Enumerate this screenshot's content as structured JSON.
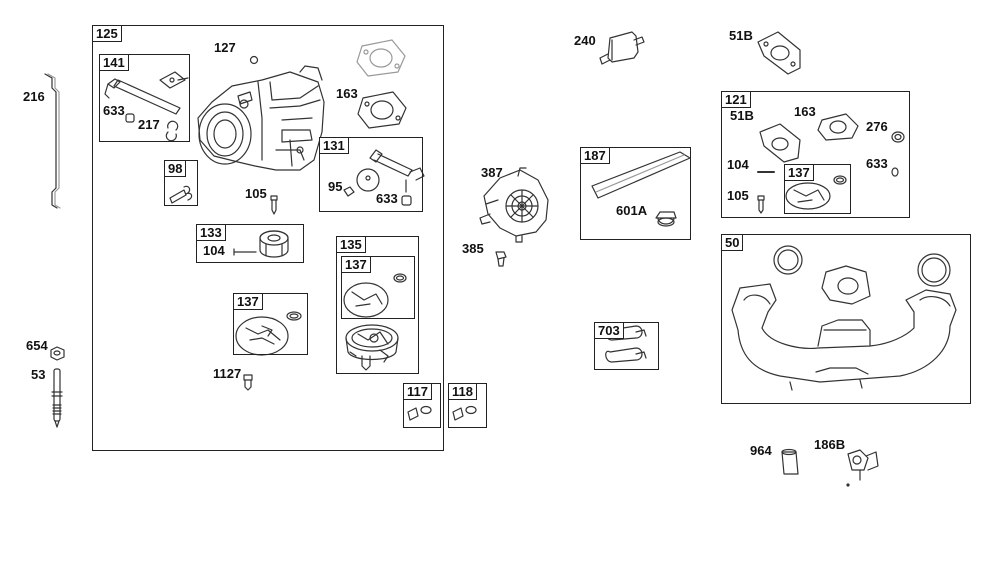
{
  "boxes": {
    "b125": "125",
    "b141": "141",
    "b98": "98",
    "b131": "131",
    "b133": "133",
    "b135": "135",
    "b137a": "137",
    "b137b": "137",
    "b117": "117",
    "b118": "118",
    "b187": "187",
    "b703": "703",
    "b121": "121",
    "b137c": "137",
    "b50": "50"
  },
  "labels": {
    "p216": "216",
    "p654": "654",
    "p53": "53",
    "p127": "127",
    "p163a": "163",
    "p633a": "633",
    "p217": "217",
    "p105a": "105",
    "p95": "95",
    "p633b": "633",
    "p104a": "104",
    "p1127": "1127",
    "p387": "387",
    "p385": "385",
    "p240": "240",
    "p601A": "601A",
    "p51Ba": "51B",
    "p51Bb": "51B",
    "p163b": "163",
    "p276": "276",
    "p104b": "104",
    "p633c": "633",
    "p105b": "105",
    "p964": "964",
    "p186B": "186B"
  }
}
